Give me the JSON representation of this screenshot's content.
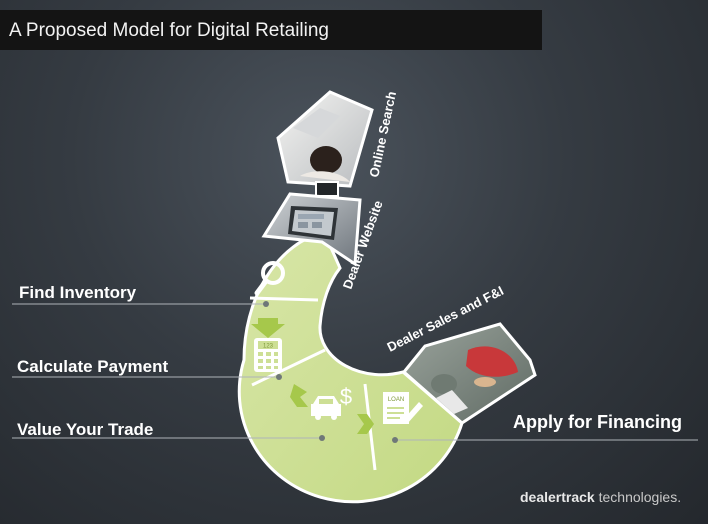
{
  "slide": {
    "title": "A Proposed Model for Digital Retailing"
  },
  "steps": {
    "find_inventory": "Find Inventory",
    "calculate_payment": "Calculate Payment",
    "value_trade": "Value Your Trade",
    "apply_financing": "Apply for Financing"
  },
  "stages": {
    "online_search": "Online Search",
    "dealer_website": "Dealer Website",
    "dealer_sales": "Dealer Sales and F&I"
  },
  "icons": {
    "calculator_display": "123",
    "loan_form": "LOAN",
    "dollar": "$"
  },
  "brand": {
    "name": "dealertrack",
    "suffix": "technologies."
  },
  "colors": {
    "arc_green": "#cddf95",
    "background": "#353b42",
    "title_bar": "#141414"
  }
}
